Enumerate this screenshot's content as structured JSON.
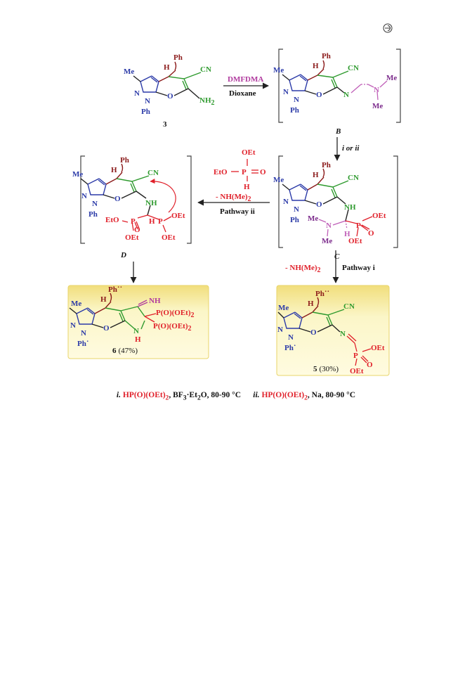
{
  "colors": {
    "pyrazole": "#2b3aa8",
    "methylene": "#8b1a1a",
    "nitrile": "#2e9a2e",
    "amine": "#7b2a8b",
    "phosphorus": "#e0202a",
    "highlight_light": "#fbf6c8",
    "highlight_dark": "#f1de7c"
  },
  "icons": {
    "corner_badge": "open-access-icon"
  },
  "atoms": {
    "me": "Me",
    "ph": "Ph",
    "h": "H",
    "n": "N",
    "o": "O",
    "cn": "CN",
    "nh2": "NH",
    "nh2_sub": "2",
    "nh": "NH",
    "et": "OEt",
    "eto": "EtO",
    "ph_dot": "Ph˙",
    "ph_dots": "Ph˙˙",
    "p": "P",
    "o_eq": "O",
    "poet2": "P(O)(OEt)",
    "sub2": "2",
    "eq_o": "O",
    "n_eq": "N"
  },
  "reagents": {
    "dmfdma": "DMFDMA",
    "dioxane": "Dioxane",
    "i_or_ii": "i or ii",
    "minus_nhme2_left": "- NH(Me)",
    "minus_nhme2_sub": "2",
    "pathway_ii": "Pathway ii",
    "minus_nhme2_right": "- NH(Me)",
    "pathway_i": "Pathway i"
  },
  "labels": {
    "compound3": "3",
    "intB": "B",
    "intC": "C",
    "intD": "D",
    "prod6_num": "6",
    "prod6_yield": "(47%)",
    "prod5_num": "5",
    "prod5_yield": "(30%)"
  },
  "caption": {
    "i_label": "i.",
    "i_reagent": "HP(O)(OEt)",
    "i_sub": "2",
    "i_rest": ", BF",
    "i_sub3": "3",
    "i_rest2": "·Et",
    "i_sub4": "2",
    "i_rest3": "O, 80-90 °C",
    "ii_label": "ii.",
    "ii_reagent": "HP(O)(OEt)",
    "ii_sub": "2",
    "ii_rest": ", Na, 80-90 °C"
  }
}
